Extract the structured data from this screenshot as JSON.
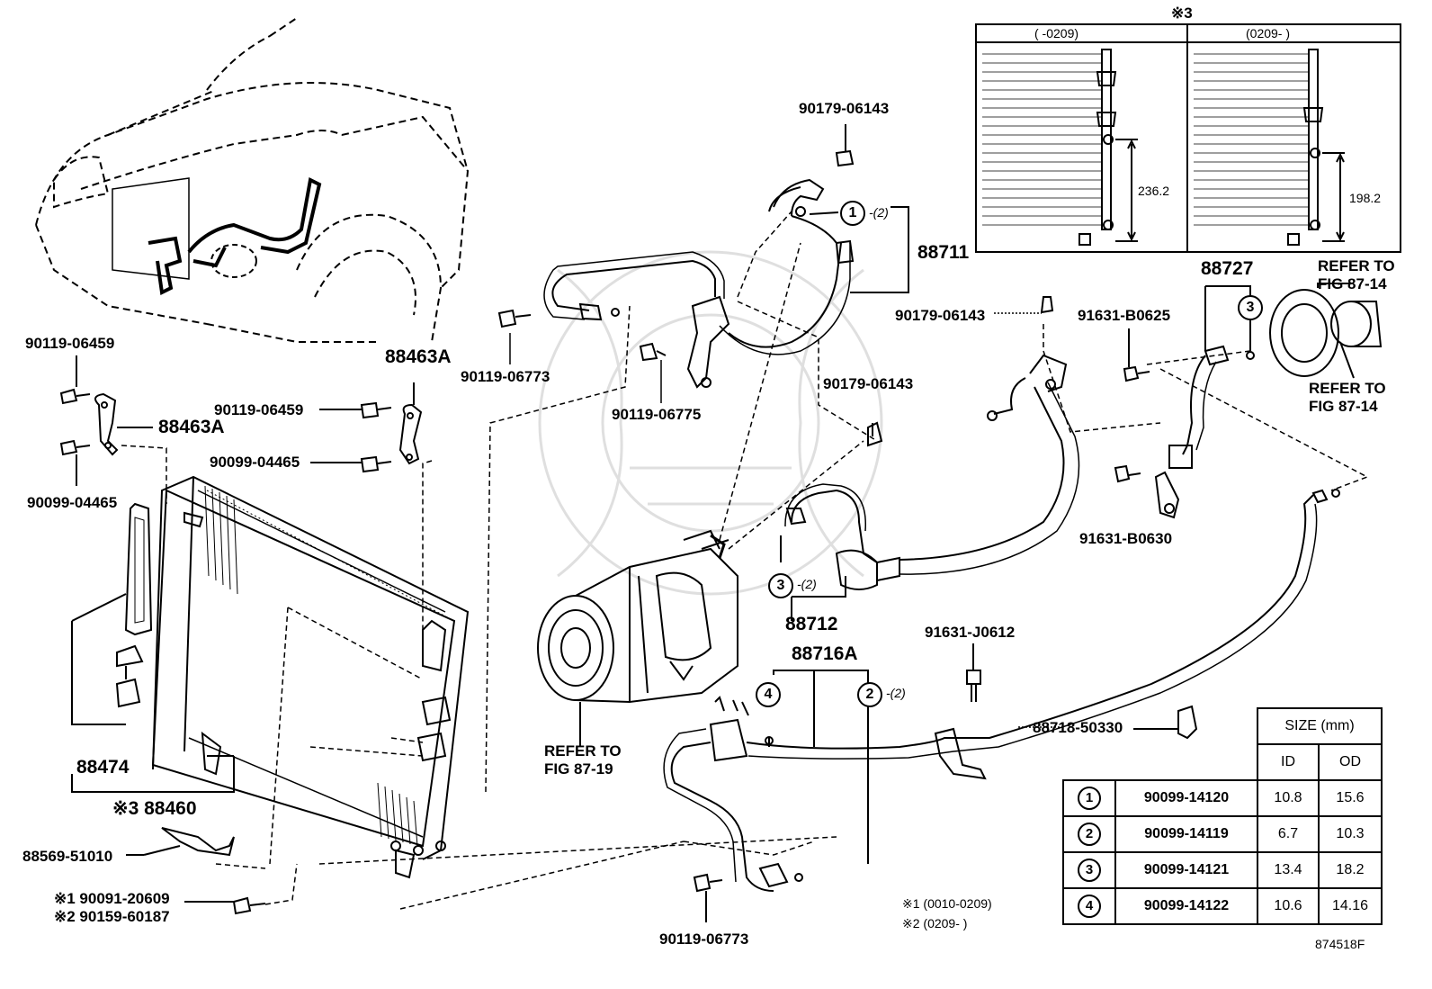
{
  "diagram_id": "874518F",
  "inset": {
    "mark": "※3",
    "left_range": "(    -0209)",
    "right_range": "(0209-     )",
    "left_dim": "236.2",
    "right_dim": "198.2"
  },
  "labels": {
    "p90179_06143_a": "90179-06143",
    "p90179_06143_b": "90179-06143",
    "p90179_06143_c": "90179-06143",
    "p88711": "88711",
    "p88727": "88727",
    "refer_87_14_a": "REFER TO",
    "refer_87_14_a2": "FIG 87-14",
    "refer_87_14_b": "REFER TO",
    "refer_87_14_b2": "FIG 87-14",
    "p91631_b0625": "91631-B0625",
    "p91631_b0630": "91631-B0630",
    "p90119_06773_a": "90119-06773",
    "p90119_06775": "90119-06775",
    "p90119_06459_a": "90119-06459",
    "p88463a_a": "88463A",
    "p88463a_b": "88463A",
    "p90119_06459_b": "90119-06459",
    "p90099_04465_a": "90099-04465",
    "p90099_04465_b": "90099-04465",
    "p88712": "88712",
    "p88716a": "88716A",
    "p91631_j0612": "91631-J0612",
    "refer_87_19": "REFER TO",
    "refer_87_19b": "FIG 87-19",
    "p88474": "88474",
    "p88460": "※3 88460",
    "p88569_51010": "88569-51010",
    "p90091_20609": "※1 90091-20609",
    "p90159_60187": "※2 90159-60187",
    "p90119_06773_b": "90119-06773",
    "p88718_50330": "88718-50330",
    "note1": "※1 (0010-0209)",
    "note2": "※2 (0209-      )",
    "qty2": "-(2)"
  },
  "callouts": {
    "c1": "1",
    "c2": "2",
    "c3": "3",
    "c4": "4"
  },
  "size_table": {
    "title": "SIZE (mm)",
    "col_id": "ID",
    "col_od": "OD",
    "rows": [
      {
        "n": "1",
        "part": "90099-14120",
        "id": "10.8",
        "od": "15.6"
      },
      {
        "n": "2",
        "part": "90099-14119",
        "id": "6.7",
        "od": "10.3"
      },
      {
        "n": "3",
        "part": "90099-14121",
        "id": "13.4",
        "od": "18.2"
      },
      {
        "n": "4",
        "part": "90099-14122",
        "id": "10.6",
        "od": "14.16"
      }
    ]
  }
}
